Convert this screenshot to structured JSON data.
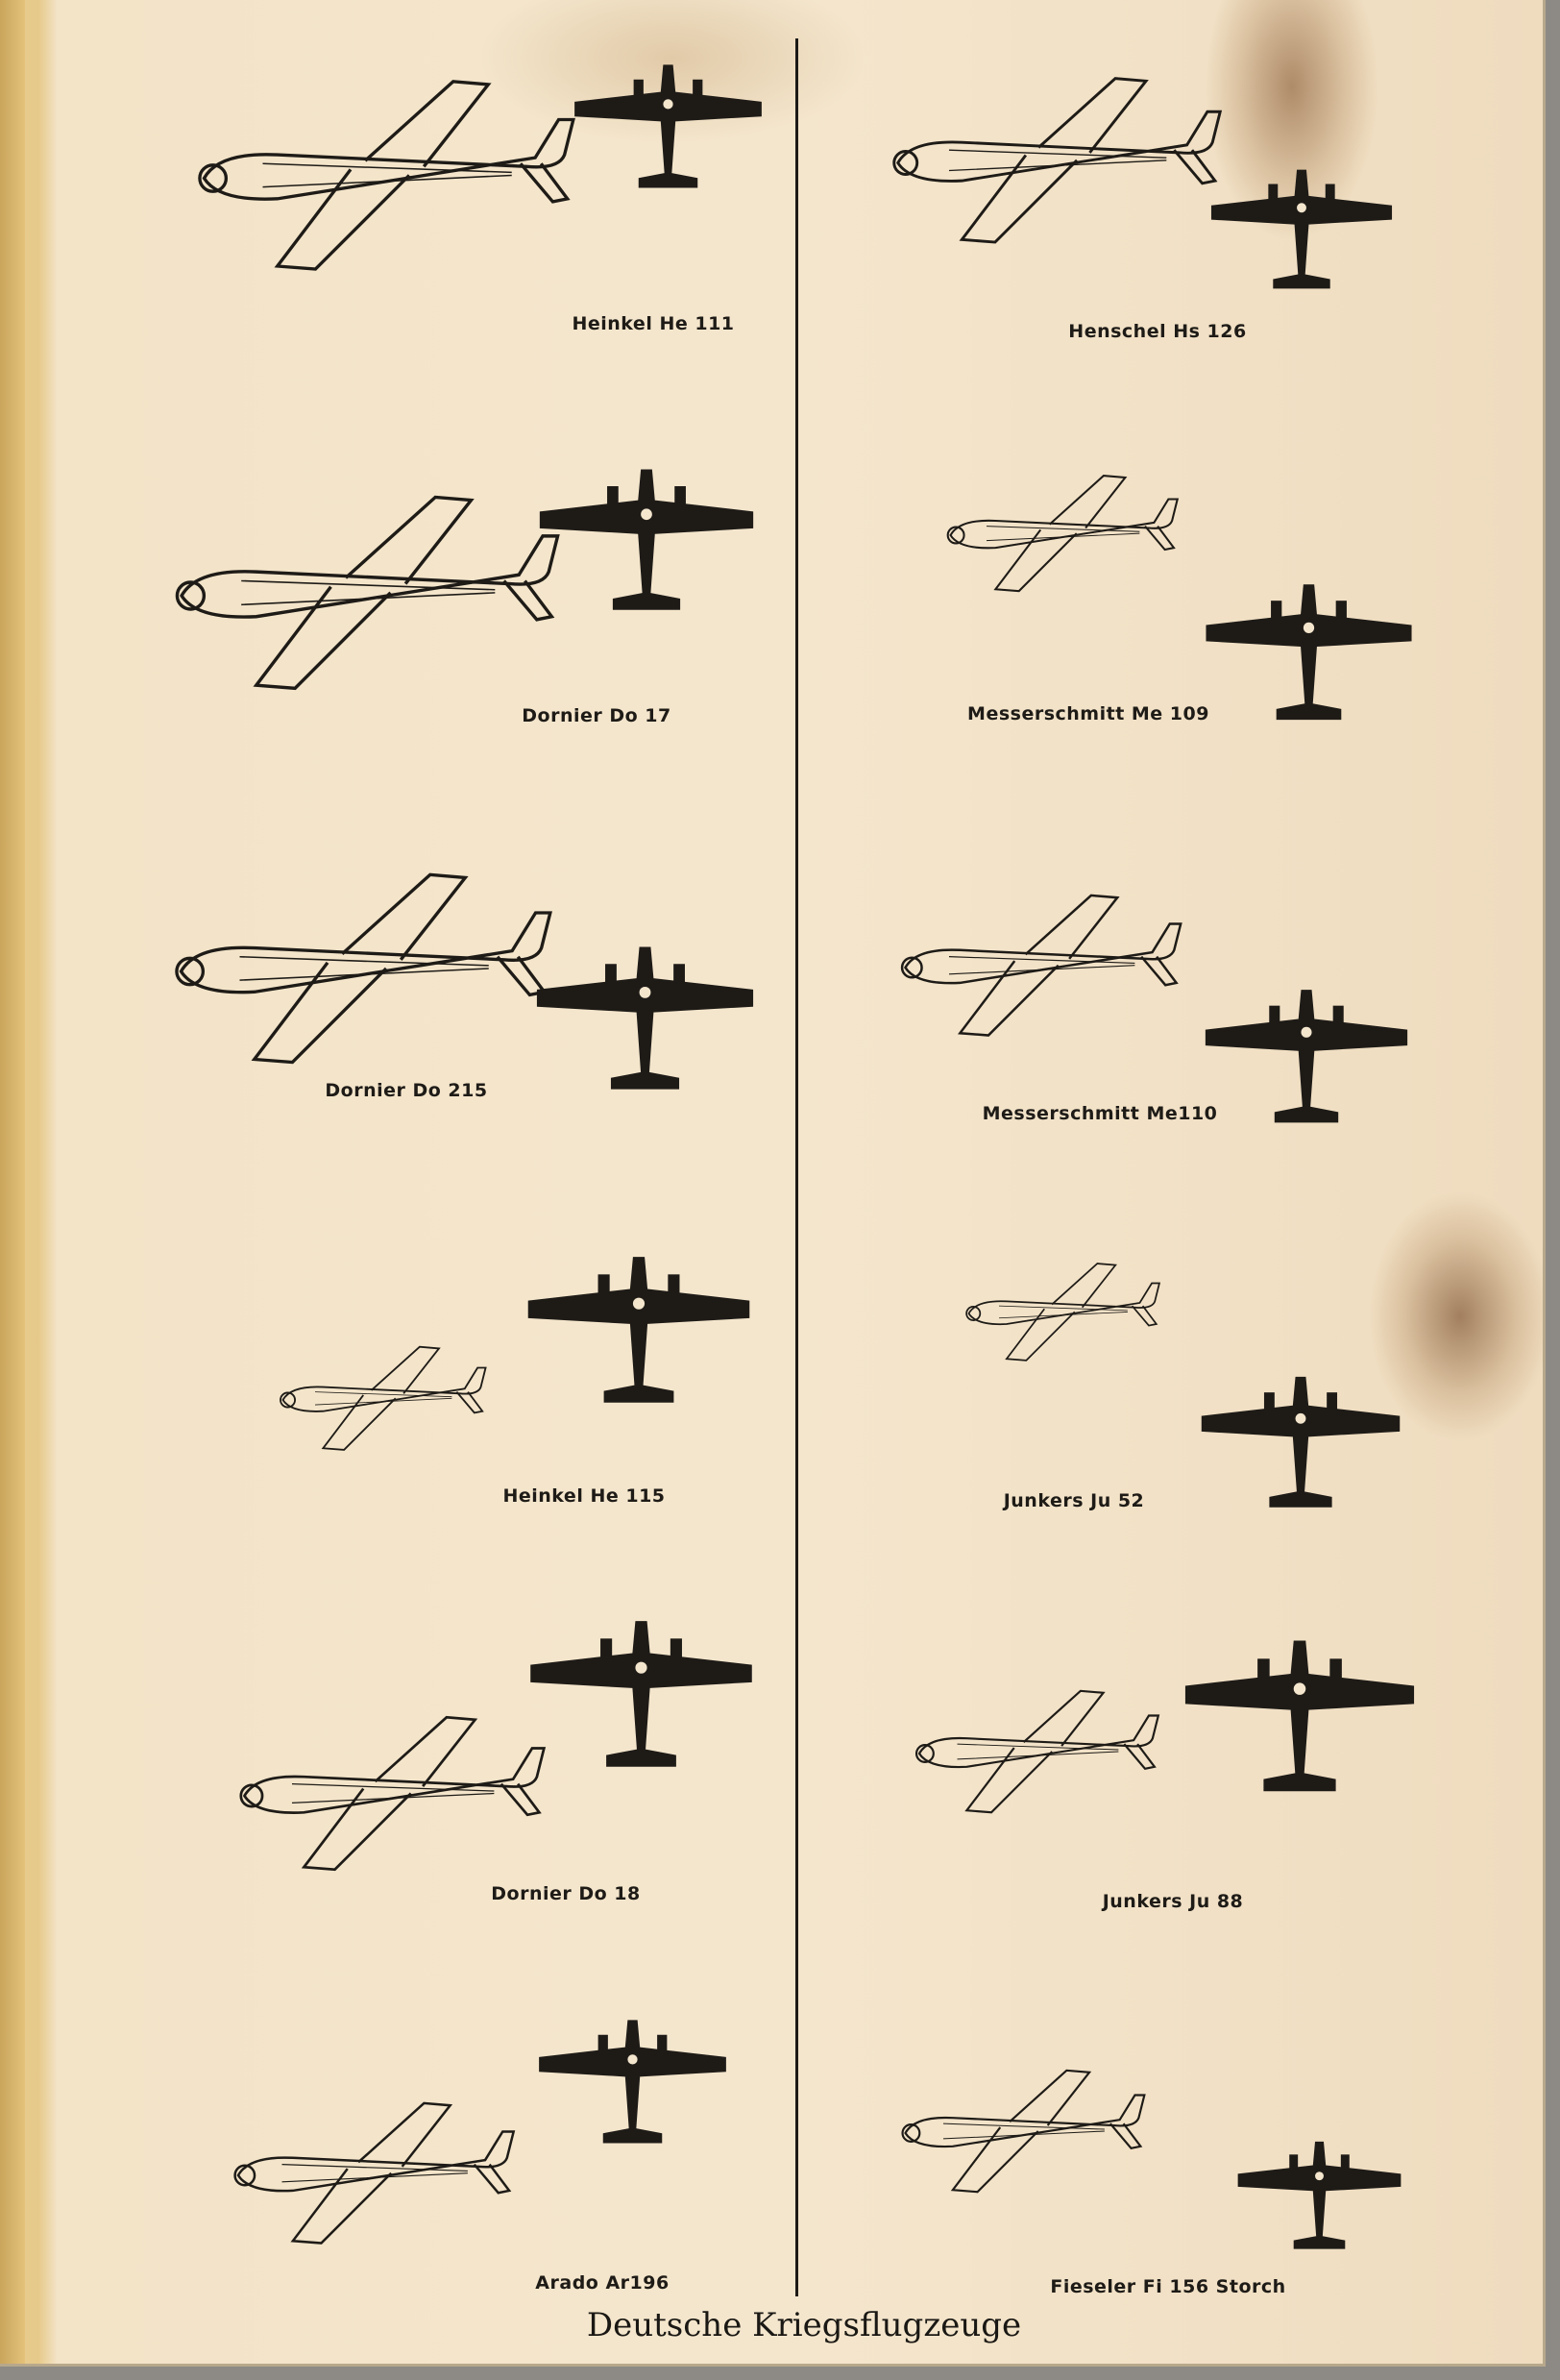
{
  "page": {
    "title": "Deutsche Kriegsflugzeuge",
    "aircraft": [
      {
        "name": "Heinkel He 111",
        "column": "left"
      },
      {
        "name": "Dornier Do 17",
        "column": "left"
      },
      {
        "name": "Dornier Do 215",
        "column": "left"
      },
      {
        "name": "Heinkel He 115",
        "column": "left"
      },
      {
        "name": "Dornier Do 18",
        "column": "left"
      },
      {
        "name": "Arado Ar196",
        "column": "left"
      },
      {
        "name": "Henschel Hs 126",
        "column": "right"
      },
      {
        "name": "Messerschmitt Me 109",
        "column": "right"
      },
      {
        "name": "Messerschmitt Me110",
        "column": "right"
      },
      {
        "name": "Junkers Ju 52",
        "column": "right"
      },
      {
        "name": "Junkers Ju 88",
        "column": "right"
      },
      {
        "name": "Fieseler Fi 156 Storch",
        "column": "right"
      }
    ]
  },
  "colors": {
    "paper": "#f4e6cd",
    "ink": "#1e1b17",
    "stain": "#8a5a2e"
  }
}
